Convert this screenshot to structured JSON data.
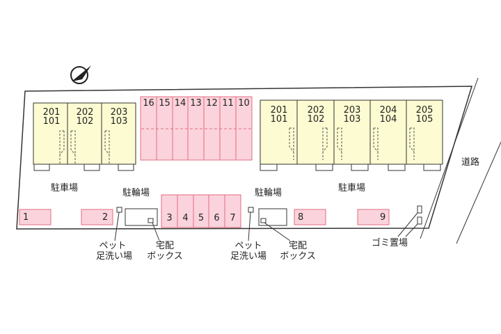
{
  "compass_mark": "N",
  "road_label": "道路",
  "building_left": {
    "units": [
      {
        "upper": "201",
        "lower": "101"
      },
      {
        "upper": "202",
        "lower": "102"
      },
      {
        "upper": "203",
        "lower": "103"
      }
    ]
  },
  "building_right": {
    "units": [
      {
        "upper": "201",
        "lower": "101"
      },
      {
        "upper": "202",
        "lower": "102"
      },
      {
        "upper": "203",
        "lower": "103"
      },
      {
        "upper": "204",
        "lower": "104"
      },
      {
        "upper": "205",
        "lower": "105"
      }
    ]
  },
  "top_parking_numbers": [
    "16",
    "15",
    "14",
    "13",
    "12",
    "11",
    "10"
  ],
  "center_parking_numbers": [
    "3",
    "4",
    "5",
    "6",
    "7"
  ],
  "parking_spaces": [
    "1",
    "2",
    "8",
    "9"
  ],
  "labels": {
    "parking_left": "駐車場",
    "parking_right": "駐車場",
    "bike_left": "駐輪場",
    "bike_right": "駐輪場",
    "pet_left_1": "ペット",
    "pet_left_2": "足洗い場",
    "pet_right_1": "ペット",
    "pet_right_2": "足洗い場",
    "box_left_1": "宅配",
    "box_left_2": "ボックス",
    "box_right_1": "宅配",
    "box_right_2": "ボックス",
    "garbage": "ゴミ置場"
  },
  "colors": {
    "building_fill": "#fdfbd2",
    "parking_fill": "#fbd3dc",
    "parking_stroke": "#e06c7f",
    "line": "#333333"
  }
}
